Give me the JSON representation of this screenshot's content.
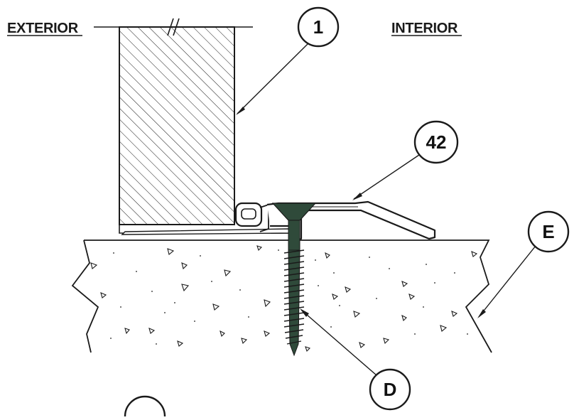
{
  "labels": {
    "exterior": "EXTERIOR",
    "interior": "INTERIOR"
  },
  "callouts": {
    "one": "1",
    "forty_two": "42",
    "e": "E",
    "d": "D"
  },
  "colors": {
    "ink": "#1a1a1a",
    "screw": "#2f4a3a",
    "paper": "#ffffff"
  }
}
